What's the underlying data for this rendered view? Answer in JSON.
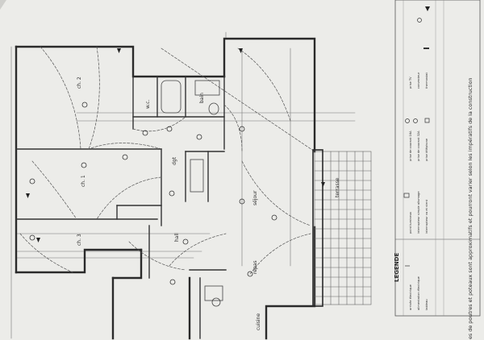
{
  "plan": {
    "rooms": [
      {
        "label": "ch. 1"
      },
      {
        "label": "ch. 2"
      },
      {
        "label": "ch. 3"
      },
      {
        "label": "bain"
      },
      {
        "label": "w.c."
      },
      {
        "label": "dgt"
      },
      {
        "label": "hall"
      },
      {
        "label": "séjour"
      },
      {
        "label": "repas"
      },
      {
        "label": "cuisine"
      },
      {
        "label": "terrasse"
      }
    ]
  },
  "legend": {
    "title": "LEGENDE",
    "items": [
      {
        "label": "arrivée électrique"
      },
      {
        "label": "alimentation électrique"
      },
      {
        "label": "tableau"
      },
      {
        "label": "point lumineux"
      },
      {
        "label": "interrupteur simple allumage"
      },
      {
        "label": "interrupteur va et vient"
      },
      {
        "label": "prise de courant 16A"
      },
      {
        "label": "prise de courant 32A"
      },
      {
        "label": "prise téléphone"
      },
      {
        "label": "prise TV"
      },
      {
        "label": "convecteur"
      },
      {
        "label": "thermostat"
      }
    ]
  },
  "footer": {
    "note": "es de poutres et poteaux sont approximatifs et pourront varier selon les impératifs de la construction"
  },
  "colors": {
    "paper": "#ecece9",
    "ink": "#333333",
    "background": "#cfcfcc"
  }
}
